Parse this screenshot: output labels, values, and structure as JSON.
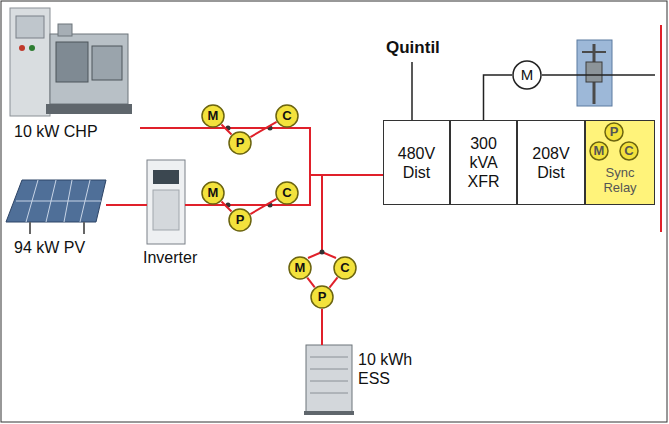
{
  "diagram": {
    "nodes": [
      {
        "text": [
          "480V Dist"
        ]
      },
      {
        "text": [
          "300 kVA XFR"
        ]
      },
      {
        "text": [
          "208V Dist"
        ]
      },
      {
        "text": [
          "Sync Relay"
        ]
      },
      {
        "text": [
          "M"
        ],
        "in": 3
      },
      {
        "text": [
          "P"
        ],
        "in": 3
      },
      {
        "text": [
          "C"
        ],
        "in": 3
      },
      {
        "text": [
          "M"
        ]
      },
      {
        "text": [
          "M"
        ]
      },
      {
        "text": [
          "P"
        ]
      },
      {
        "text": [
          "C"
        ]
      },
      {
        "text": [
          "M"
        ]
      },
      {
        "text": [
          "P"
        ]
      },
      {
        "text": [
          "C"
        ]
      },
      {
        "text": [
          "M"
        ]
      },
      {
        "text": [
          "P"
        ]
      },
      {
        "text": [
          "C"
        ]
      }
    ],
    "edges": [
      {
        "from": 1,
        "to": 7,
        "arrow": "none"
      },
      {
        "from": 8,
        "to": 9,
        "arrow": "none"
      },
      {
        "from": 9,
        "to": 10,
        "arrow": "none"
      },
      {
        "from": 11,
        "to": 12,
        "arrow": "none"
      },
      {
        "from": 12,
        "to": 13,
        "arrow": "none"
      },
      {
        "from": 14,
        "to": 15,
        "arrow": "none"
      },
      {
        "from": 15,
        "to": 16,
        "arrow": "none"
      }
    ],
    "labels": [
      "Quintil",
      "10 kW CHP",
      "94 kW PV",
      "Inverter",
      "10 kWh ESS"
    ]
  }
}
